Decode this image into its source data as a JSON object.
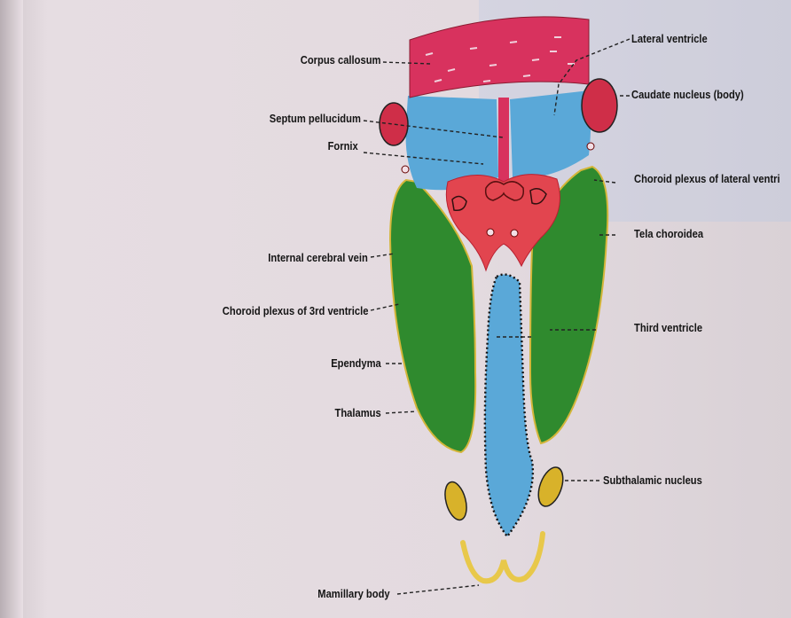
{
  "labels": {
    "corpus_callosum": "Corpus callosum",
    "lateral_ventricle": "Lateral ventricle",
    "caudate_nucleus": "Caudate nucleus (body)",
    "septum_pellucidum": "Septum pellucidum",
    "fornix": "Fornix",
    "choroid_plexus_lateral": "Choroid plexus of lateral ventri",
    "tela_choroidea": "Tela choroidea",
    "internal_cerebral_vein": "Internal cerebral vein",
    "choroid_plexus_3rd": "Choroid plexus of 3rd ventricle",
    "third_ventricle": "Third ventricle",
    "ependyma": "Ependyma",
    "thalamus": "Thalamus",
    "subthalamic_nucleus": "Subthalamic nucleus",
    "mamillary_body": "Mamillary body"
  },
  "colors": {
    "corpus_callosum": "#d8325e",
    "ventricle": "#5aa8d8",
    "thalamus": "#2f8a2e",
    "caudate": "#cf2e48",
    "tela": "#e2454f",
    "subthalamic": "#d8b22a",
    "mamillary": "#e8c84a",
    "ependyma": "#1a1a1a"
  }
}
